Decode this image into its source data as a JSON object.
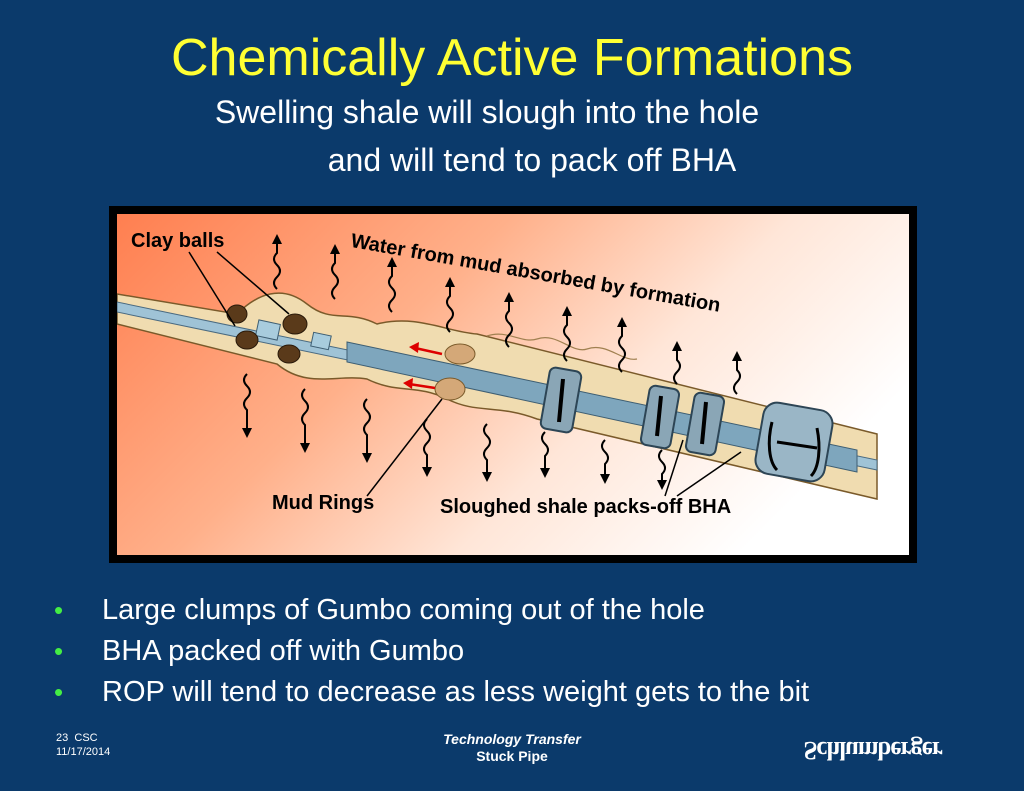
{
  "slide": {
    "title": "Chemically Active Formations",
    "subtitle_line1": "Swelling shale will slough into the hole",
    "subtitle_line2": "and will tend to pack off BHA"
  },
  "diagram": {
    "labels": {
      "clay_balls": "Clay balls",
      "water": "Water from mud absorbed by formation",
      "mud_rings": "Mud Rings",
      "sloughed": "Sloughed shale packs-off BHA"
    }
  },
  "bullets": [
    "Large clumps of Gumbo coming out of the hole",
    "BHA packed off with Gumbo",
    "ROP will tend to decrease as less weight gets to the bit"
  ],
  "footer": {
    "page_number": "23",
    "author": "CSC",
    "date": "11/17/2014",
    "center_line1": "Technology Transfer",
    "center_line2": "Stuck Pipe",
    "logo": "Schlumberger"
  },
  "colors": {
    "background": "#0b3a6b",
    "title": "#ffff33",
    "bullet": "#44ee44",
    "arrow_red": "#dd0000"
  }
}
